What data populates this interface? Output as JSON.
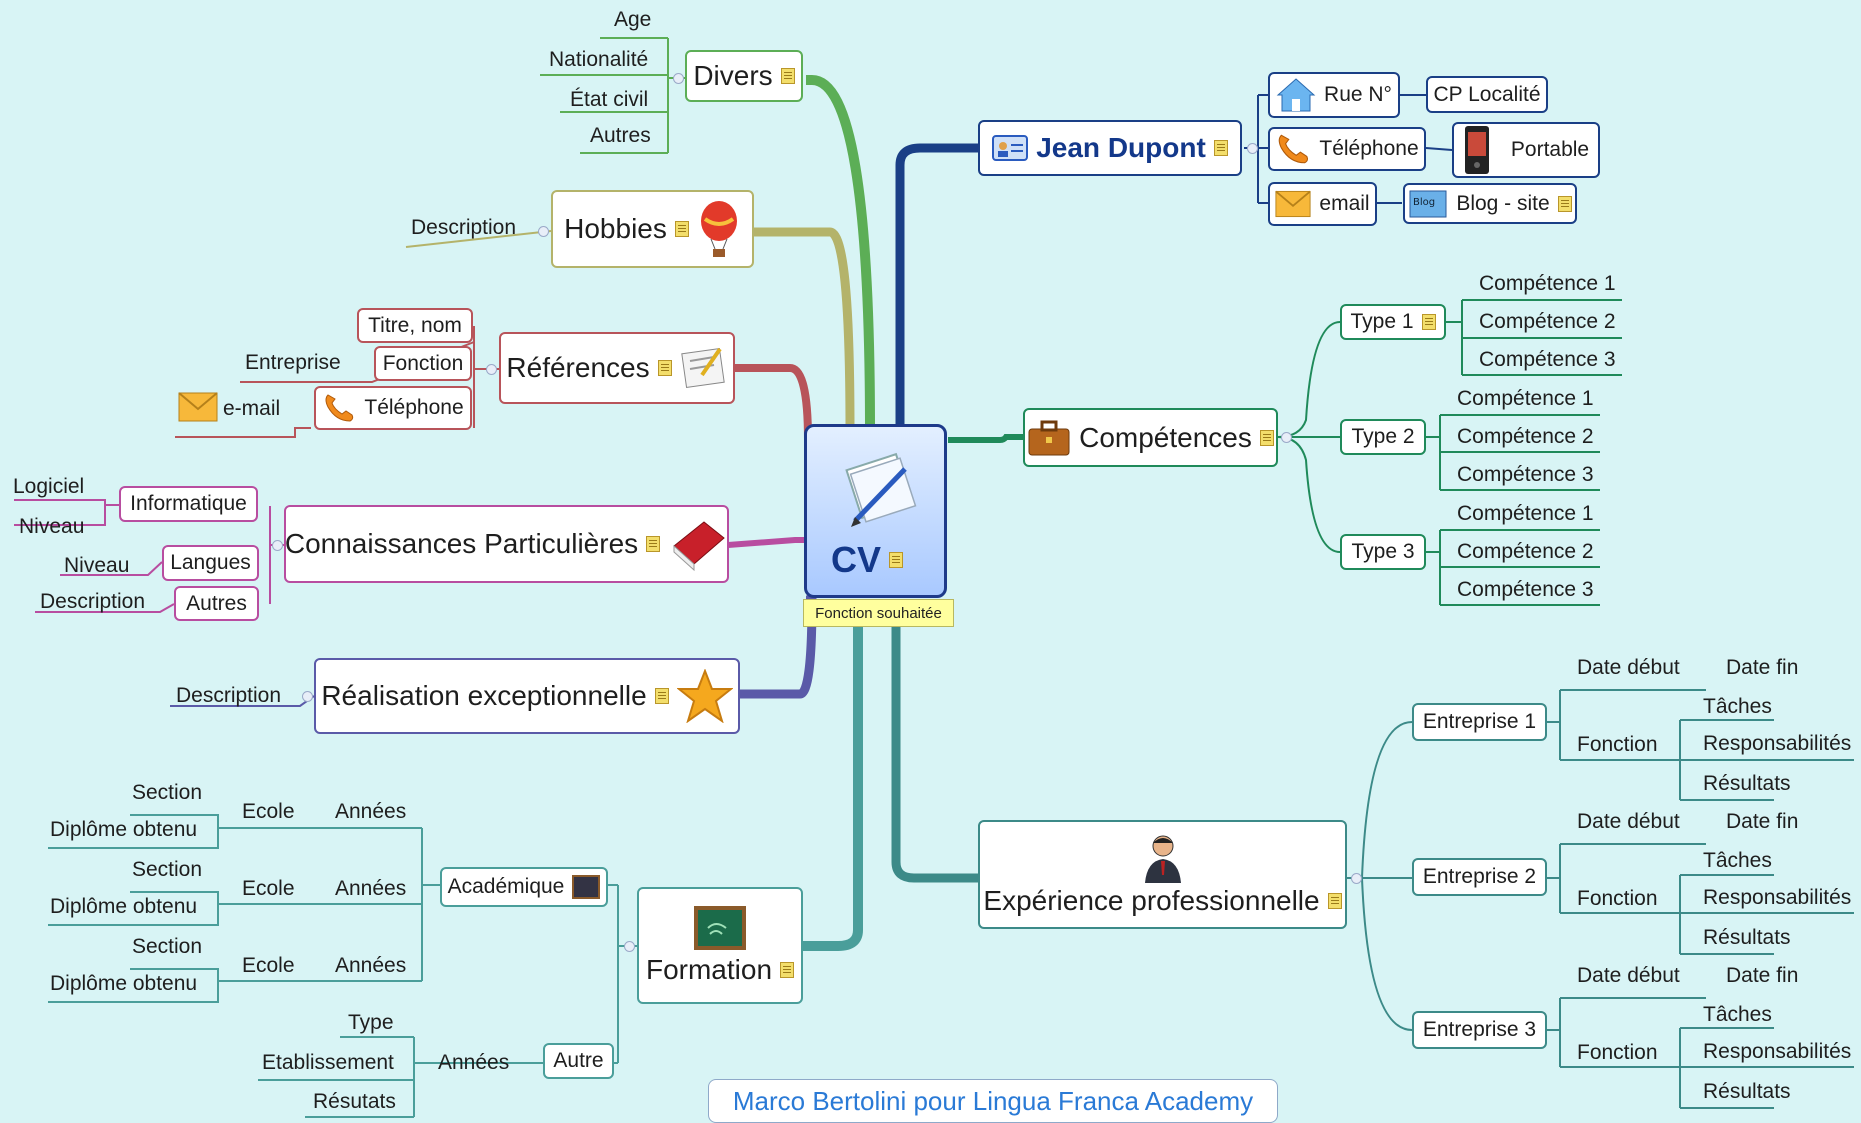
{
  "center": {
    "label": "CV",
    "tooltip": "Fonction souhaitée"
  },
  "divers": {
    "label": "Divers",
    "items": [
      "Age",
      "Nationalité",
      "État civil",
      "Autres"
    ]
  },
  "hobbies": {
    "label": "Hobbies",
    "description": "Description"
  },
  "references": {
    "label": "Références",
    "titre_nom": "Titre, nom",
    "fonction": "Fonction",
    "entreprise": "Entreprise",
    "telephone": "Téléphone",
    "email": "e-mail"
  },
  "connaissances": {
    "label": "Connaissances Particulières",
    "informatique": "Informatique",
    "logiciel": "Logiciel",
    "niveau": "Niveau",
    "langues": "Langues",
    "langues_niveau": "Niveau",
    "autres": "Autres",
    "autres_description": "Description"
  },
  "realisation": {
    "label": "Réalisation exceptionnelle",
    "description": "Description"
  },
  "formation": {
    "label": "Formation",
    "academique": "Académique",
    "autre": "Autre",
    "schools": [
      {
        "section": "Section",
        "diplome": "Diplôme obtenu",
        "ecole": "Ecole",
        "annees": "Années"
      },
      {
        "section": "Section",
        "diplome": "Diplôme obtenu",
        "ecole": "Ecole",
        "annees": "Années"
      },
      {
        "section": "Section",
        "diplome": "Diplôme obtenu",
        "ecole": "Ecole",
        "annees": "Années"
      }
    ],
    "autre_annees": "Années",
    "autre_type": "Type",
    "autre_etablissement": "Etablissement",
    "autre_resultats": "Résutats"
  },
  "contact": {
    "name": "Jean Dupont",
    "rue": "Rue N°",
    "cp": "CP Localité",
    "telephone": "Téléphone",
    "portable": "Portable",
    "email": "email",
    "blog": "Blog - site"
  },
  "competences": {
    "label": "Compétences",
    "types": [
      {
        "label": "Type 1",
        "items": [
          "Compétence 1",
          "Compétence 2",
          "Compétence 3"
        ]
      },
      {
        "label": "Type 2",
        "items": [
          "Compétence 1",
          "Compétence 2",
          "Compétence 3"
        ]
      },
      {
        "label": "Type 3",
        "items": [
          "Compétence 1",
          "Compétence 2",
          "Compétence 3"
        ]
      }
    ]
  },
  "experience": {
    "label": "Expérience professionnelle",
    "entreprises": [
      {
        "label": "Entreprise 1",
        "date_debut": "Date début",
        "date_fin": "Date fin",
        "fonction": "Fonction",
        "taches": "Tâches",
        "responsabilites": "Responsabilités",
        "resultats": "Résultats"
      },
      {
        "label": "Entreprise 2",
        "date_debut": "Date début",
        "date_fin": "Date fin",
        "fonction": "Fonction",
        "taches": "Tâches",
        "responsabilites": "Responsabilités",
        "resultats": "Résultats"
      },
      {
        "label": "Entreprise 3",
        "date_debut": "Date début",
        "date_fin": "Date fin",
        "fonction": "Fonction",
        "taches": "Tâches",
        "responsabilites": "Responsabilités",
        "resultats": "Résultats"
      }
    ]
  },
  "footer": "Marco Bertolini pour Lingua Franca Academy",
  "colors": {
    "background": "#d8f4f5",
    "divers": "#5cae56",
    "hobbies": "#b4b36a",
    "references": "#b8545a",
    "connaissances": "#b84da0",
    "realisation": "#5a5aa8",
    "formation": "#4a9e9a",
    "contact": "#1a3f86",
    "competences": "#1f8a5a",
    "experience": "#3c8a88",
    "center_border": "#1e3a8a"
  }
}
